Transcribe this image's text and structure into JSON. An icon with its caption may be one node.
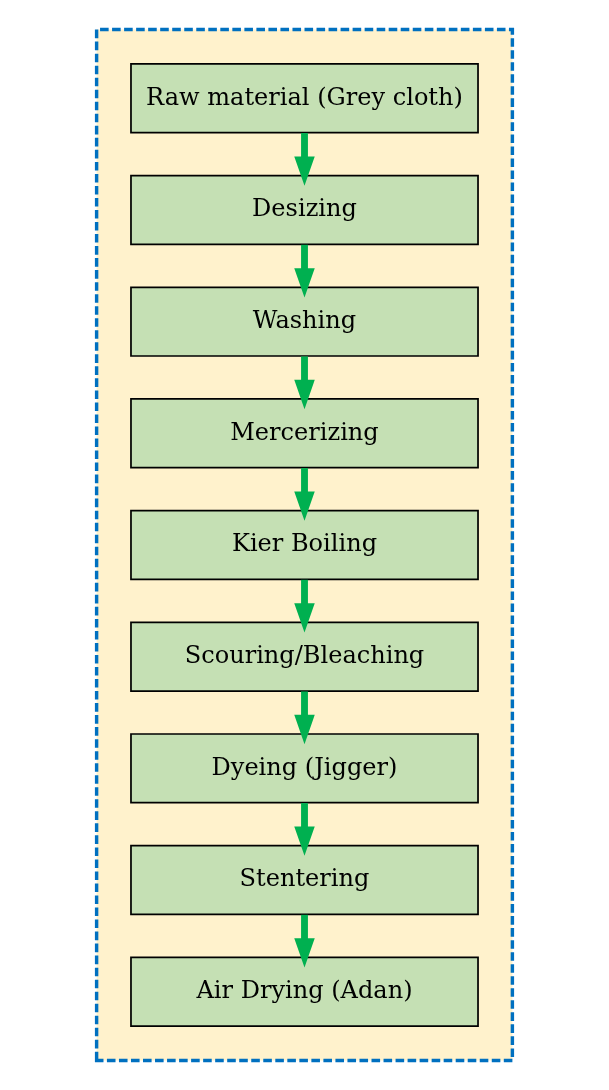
{
  "diagram": {
    "nodes": [
      {
        "text": [],
        "shape": "box"
      },
      {
        "text": [
          "Raw material (Grey cloth)"
        ],
        "in": 0
      },
      {
        "text": [
          "Desizing"
        ],
        "in": 0
      },
      {
        "text": [
          "Washing"
        ],
        "in": 0
      },
      {
        "text": [
          "Mercerizing"
        ],
        "in": 0
      },
      {
        "text": [
          "Kier Boiling"
        ],
        "in": 0
      },
      {
        "text": [
          "Scouring/Bleaching"
        ],
        "in": 0
      },
      {
        "text": [
          "Dyeing (Jigger)"
        ],
        "in": 0
      },
      {
        "text": [
          "Stentering"
        ],
        "in": 0
      },
      {
        "text": [
          "Air Drying (Adan)"
        ],
        "in": 0
      }
    ],
    "edges": [
      {
        "from": 1,
        "to": 2,
        "arrow": "to"
      },
      {
        "from": 2,
        "to": 3,
        "arrow": "to"
      },
      {
        "from": 3,
        "to": 4,
        "arrow": "to"
      },
      {
        "from": 4,
        "to": 5,
        "arrow": "to"
      },
      {
        "from": 5,
        "to": 6,
        "arrow": "to"
      },
      {
        "from": 6,
        "to": 7,
        "arrow": "to"
      },
      {
        "from": 7,
        "to": 8,
        "arrow": "to"
      },
      {
        "from": 8,
        "to": 9,
        "arrow": "to"
      }
    ]
  }
}
